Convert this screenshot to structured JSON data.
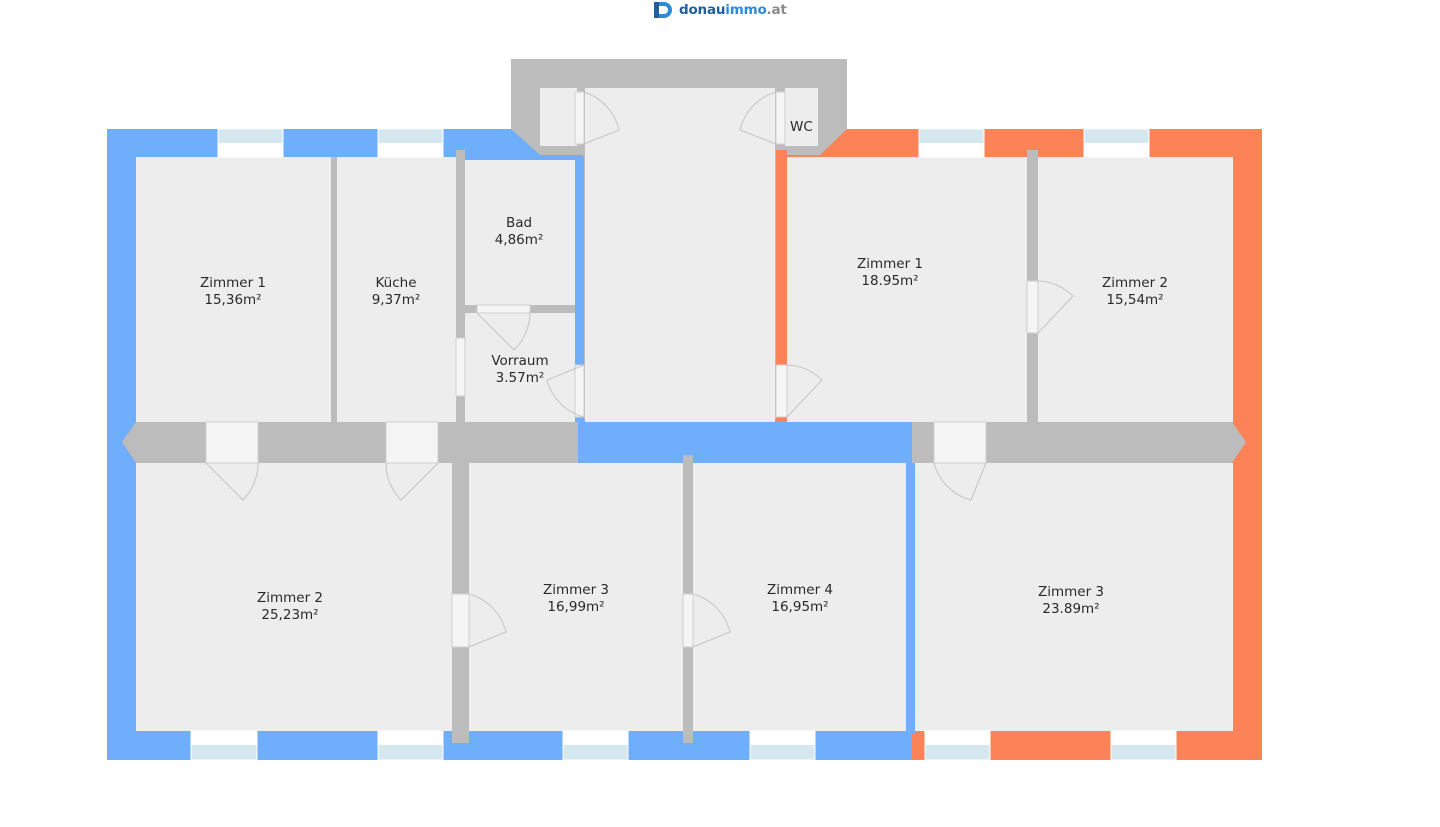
{
  "brand": {
    "name_part1": "donau",
    "name_part2": "immo",
    "name_part3": ".at",
    "logo_letter": "D"
  },
  "colors": {
    "unit_a_wall": "#6eaefa",
    "unit_b_wall": "#fc8358",
    "shared_wall": "#bcbcbc",
    "floor": "#ededed",
    "window": "#d5e7ef"
  },
  "rooms": {
    "a_zimmer1": {
      "name": "Zimmer 1",
      "area": "15,36m²"
    },
    "a_kueche": {
      "name": "Küche",
      "area": "9,37m²"
    },
    "a_bad": {
      "name": "Bad",
      "area": "4,86m²"
    },
    "a_vorraum": {
      "name": "Vorraum",
      "area": "3.57m²"
    },
    "a_zimmer2": {
      "name": "Zimmer 2",
      "area": "25,23m²"
    },
    "a_zimmer3": {
      "name": "Zimmer 3",
      "area": "16,99m²"
    },
    "a_zimmer4": {
      "name": "Zimmer 4",
      "area": "16,95m²"
    },
    "b_zimmer1": {
      "name": "Zimmer 1",
      "area": "18.95m²"
    },
    "b_zimmer2": {
      "name": "Zimmer 2",
      "area": "15,54m²"
    },
    "b_zimmer3": {
      "name": "Zimmer 3",
      "area": "23.89m²"
    },
    "wc": {
      "name": "WC"
    }
  }
}
